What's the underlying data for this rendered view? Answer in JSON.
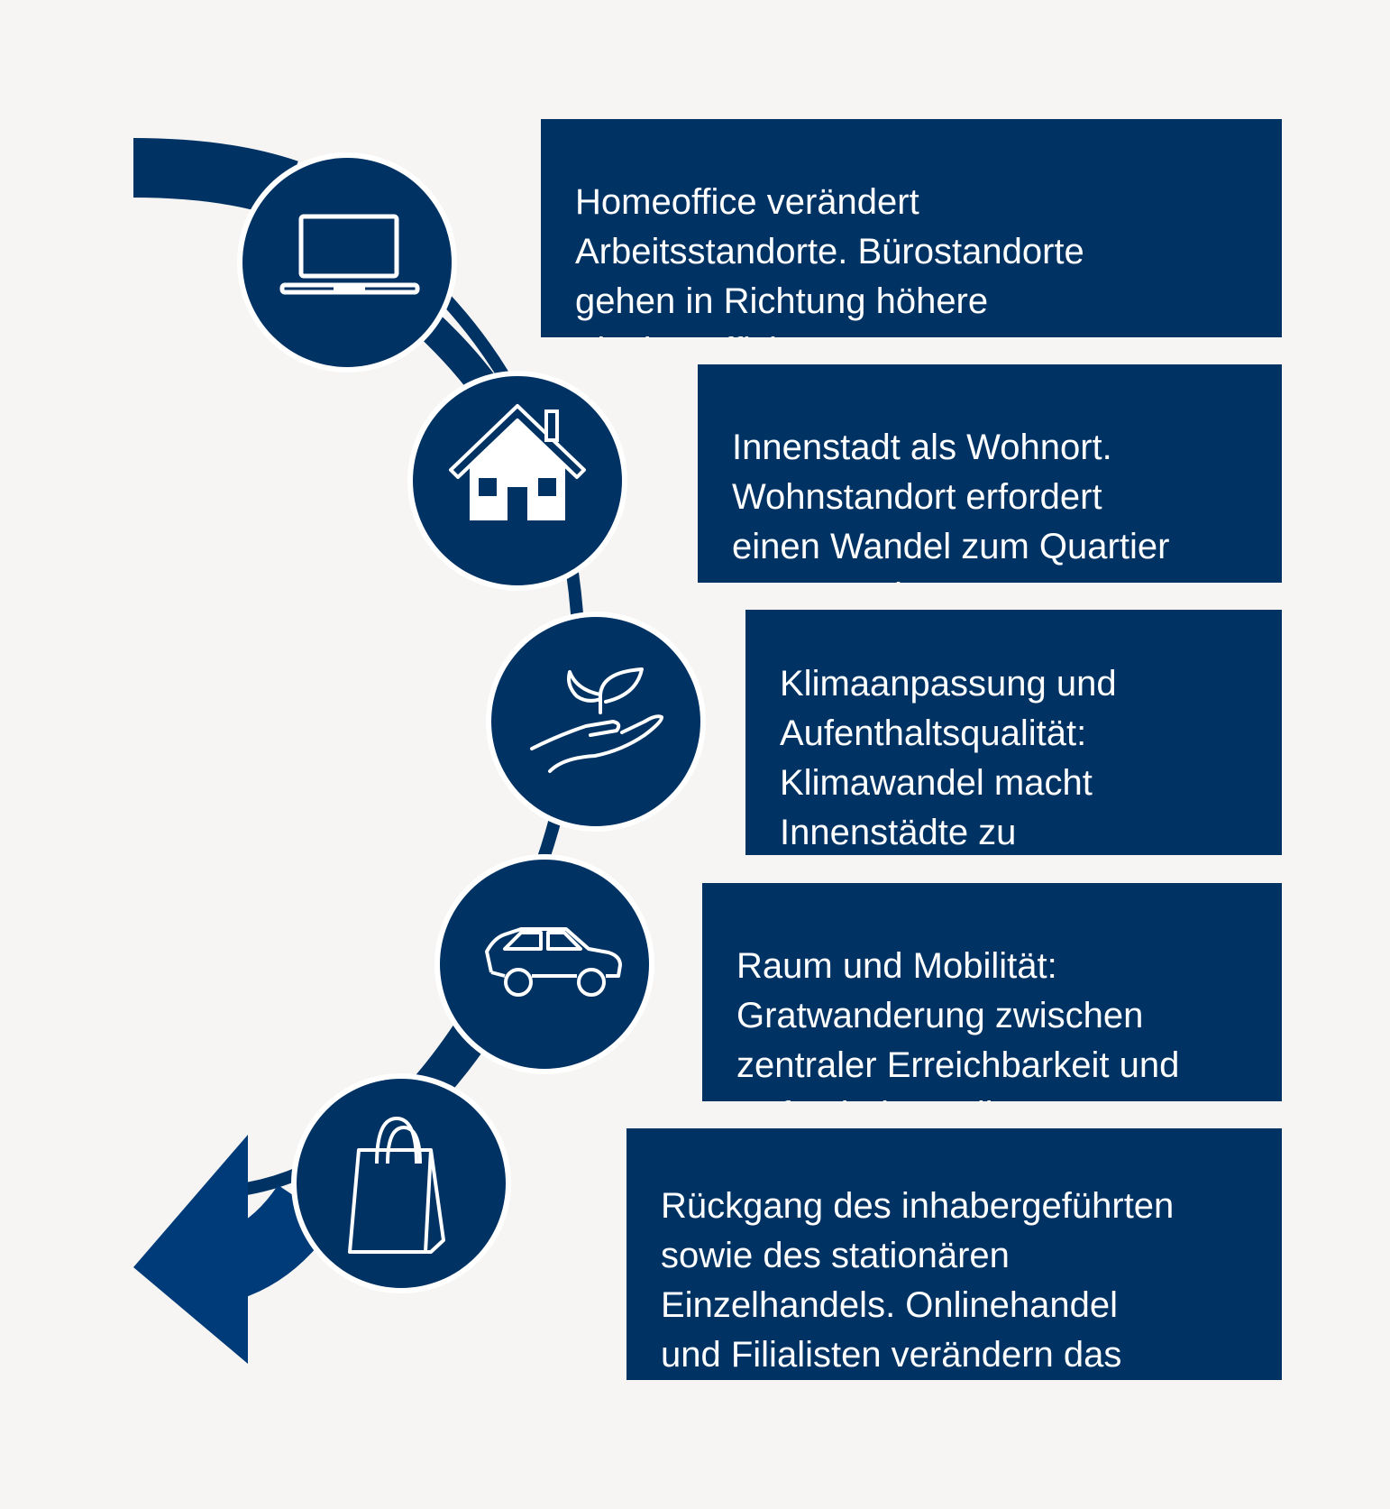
{
  "colors": {
    "background": "#f6f5f4",
    "box": "#003263",
    "circle": "#003263",
    "path": "#003263",
    "arrow": "#003b79",
    "icon": "#ffffff"
  },
  "steps": [
    {
      "icon": "laptop-icon",
      "text": "Homeoffice verändert\nArbeitsstandorte. Bürostandorte\ngehen in Richtung höhere\nFlächeneffizienz"
    },
    {
      "icon": "house-icon",
      "text": "Innenstadt als Wohnort.\nWohnstandort erfordert\neinen Wandel zum Quartier\n„Innenstadt“"
    },
    {
      "icon": "plant-in-hand-icon",
      "text": "Klimaanpassung und\nAufenthaltsqualität:\nKlimawandel macht\nInnenstädte zu\nHitzeinseln"
    },
    {
      "icon": "car-icon",
      "text": "Raum und Mobilität:\nGratwanderung zwischen\nzentraler Erreichbarkeit und\nAufenthaltsqualität"
    },
    {
      "icon": "shopping-bag-icon",
      "text": "Rückgang des inhabergeführten\nsowie des stationären\nEinzelhandels. Onlinehandel\nund Filialisten verändern das\ninnerstädtische Angebot"
    }
  ]
}
